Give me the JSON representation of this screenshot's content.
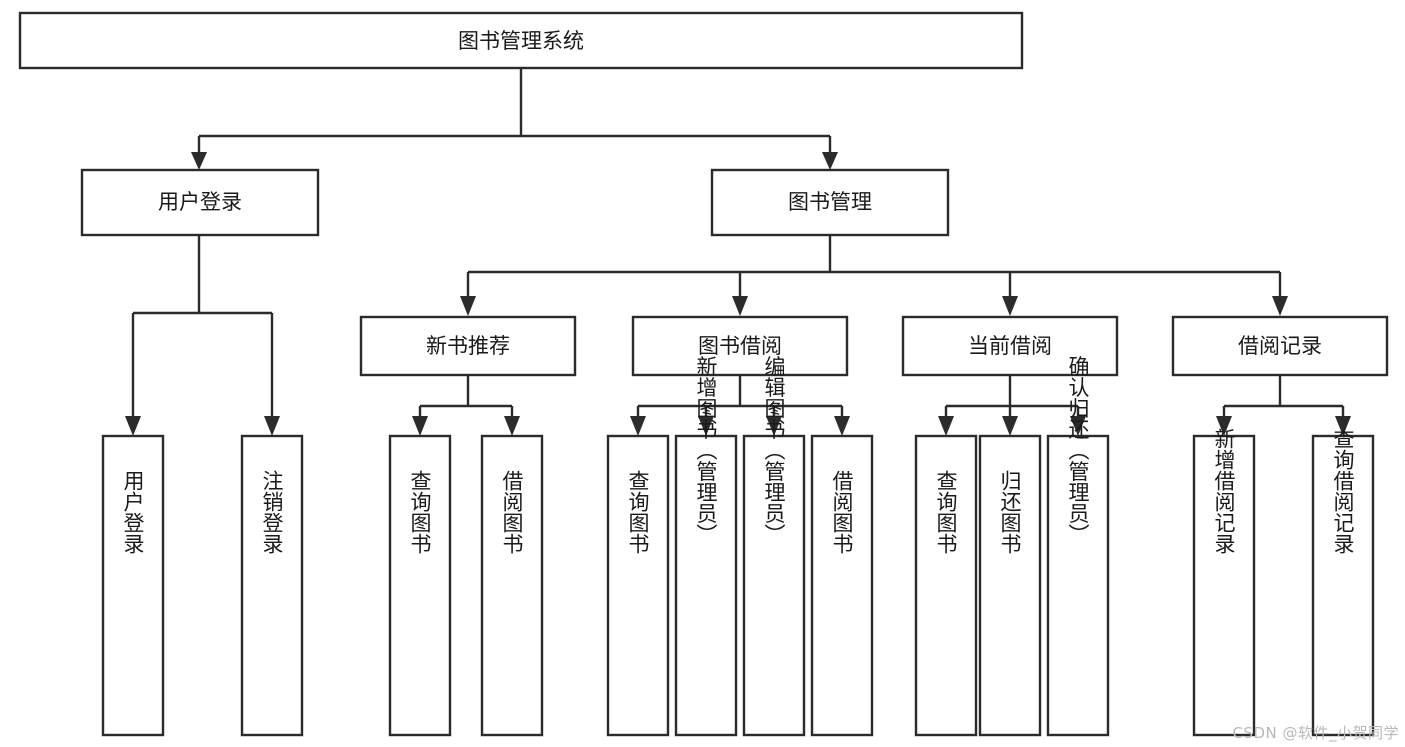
{
  "diagram": {
    "type": "tree",
    "title": "图书管理系统",
    "orientation": "top-down",
    "colors": {
      "box_stroke": "#2b2b2b",
      "box_fill": "#ffffff",
      "line": "#2b2b2b",
      "text": "#1a1a1a",
      "watermark": "#b9b9b9",
      "background": "#ffffff"
    },
    "root": {
      "label": "图书管理系统"
    },
    "level2": [
      {
        "label": "用户登录"
      },
      {
        "label": "图书管理"
      }
    ],
    "level3": [
      {
        "label": "新书推荐"
      },
      {
        "label": "图书借阅"
      },
      {
        "label": "当前借阅"
      },
      {
        "label": "借阅记录"
      }
    ],
    "leaves": {
      "user_login": [
        {
          "label": "用户登录"
        },
        {
          "label": "注销登录"
        }
      ],
      "new_book_recommend": [
        {
          "label": "查询图书"
        },
        {
          "label": "借阅图书"
        }
      ],
      "book_borrow": [
        {
          "label": "查询图书"
        },
        {
          "label": "新增图书（管理员）"
        },
        {
          "label": "编辑图书（管理员）"
        },
        {
          "label": "借阅图书"
        }
      ],
      "current_borrow": [
        {
          "label": "查询图书"
        },
        {
          "label": "归还图书"
        },
        {
          "label": "确认归还（管理员）"
        }
      ],
      "borrow_record": [
        {
          "label": "新增借阅记录"
        },
        {
          "label": "查询借阅记录"
        }
      ]
    }
  },
  "watermark": {
    "text": "CSDN @软件_小贺同学"
  }
}
